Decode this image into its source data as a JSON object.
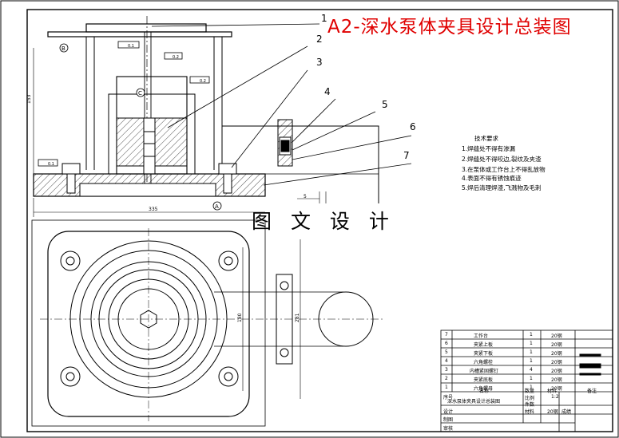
{
  "title": "A2-深水泵体夹具设计总装图",
  "watermark": "图 文 设 计",
  "balloons": [
    "1",
    "2",
    "3",
    "4",
    "5",
    "6",
    "7"
  ],
  "tech_requirements": {
    "heading": "技术要求",
    "items": [
      "1.焊缝处不得有渗漏",
      "2.焊缝处不得咬边,裂纹及夹渣",
      "3.在泵体或工作台上不得乱放物",
      "4.表面不得有锈蚀痕迹",
      "5.焊后清理焊渣,飞溅物及毛刺"
    ]
  },
  "dimensions": {
    "overall_width": "335",
    "height_left": "153",
    "inner_height": "180",
    "outer_height": "281",
    "gap": "5"
  },
  "datum_labels": {
    "a": "A",
    "b": "B",
    "c": "C"
  },
  "gdt": [
    "0.1",
    "0.2",
    "0.2",
    "0.1"
  ],
  "parts_table": [
    {
      "no": "7",
      "name": "工作台",
      "qty": "1",
      "material": "20钢"
    },
    {
      "no": "6",
      "name": "夹紧上板",
      "qty": "1",
      "material": "20钢"
    },
    {
      "no": "5",
      "name": "夹紧下板",
      "qty": "1",
      "material": "20钢"
    },
    {
      "no": "4",
      "name": "六角螺栓",
      "qty": "1",
      "material": "20钢"
    },
    {
      "no": "3",
      "name": "内槽紧固螺钉",
      "qty": "4",
      "material": "20钢"
    },
    {
      "no": "2",
      "name": "夹紧底板",
      "qty": "1",
      "material": "20钢"
    },
    {
      "no": "1",
      "name": "六角螺母",
      "qty": "1",
      "material": "20钢"
    }
  ],
  "title_block": {
    "header_no": "序号",
    "header_name": "名称",
    "header_qty": "数量",
    "header_mat": "材料",
    "header_note": "备注",
    "drawing_name": "深水泵体夹具设计总装图",
    "scale_label": "比例",
    "scale": "1:2",
    "qty_label": "件数",
    "material_label": "材料",
    "material": "20钢",
    "grade": "成绩",
    "design": "设计",
    "draw": "制图",
    "check": "审核"
  }
}
